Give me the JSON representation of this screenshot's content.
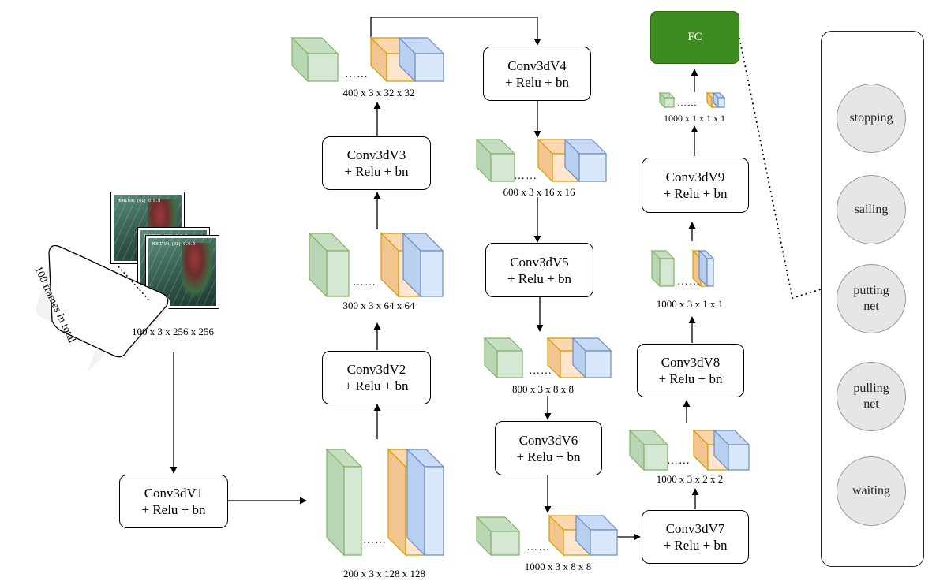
{
  "frame_stamp": "MONITOR [01] 0.0.0",
  "callout_text": "100 frames in total",
  "input_dim": "100 x 3 x 256 x 256",
  "conv_blocks": [
    {
      "name": "Conv3dV1",
      "suffix": "+ Relu + bn"
    },
    {
      "name": "Conv3dV2",
      "suffix": "+ Relu + bn"
    },
    {
      "name": "Conv3dV3",
      "suffix": "+ Relu + bn"
    },
    {
      "name": "Conv3dV4",
      "suffix": "+ Relu + bn"
    },
    {
      "name": "Conv3dV5",
      "suffix": "+ Relu + bn"
    },
    {
      "name": "Conv3dV6",
      "suffix": "+ Relu + bn"
    },
    {
      "name": "Conv3dV7",
      "suffix": "+ Relu + bn"
    },
    {
      "name": "Conv3dV8",
      "suffix": "+ Relu + bn"
    },
    {
      "name": "Conv3dV9",
      "suffix": "+ Relu + bn"
    }
  ],
  "feature_dims": [
    "200 x 3 x 128 x 128",
    "300 x 3 x 64 x 64",
    "400 x 3 x 32 x 32",
    "600 x 3 x 16 x 16",
    "800 x 3 x 8 x 8",
    "1000 x 3 x 8 x 8",
    "1000 x 3 x 2 x 2",
    "1000 x 3 x 1 x 1",
    "1000 x 1 x 1 x 1"
  ],
  "ellipsis": "……",
  "fc_label": "FC",
  "classes": [
    {
      "line1": "stopping",
      "line2": ""
    },
    {
      "line1": "sailing",
      "line2": ""
    },
    {
      "line1": "putting",
      "line2": "net"
    },
    {
      "line1": "pulling",
      "line2": "net"
    },
    {
      "line1": "waiting",
      "line2": ""
    }
  ],
  "colors": {
    "green_face": "#d5e8d4",
    "green_edge": "#82b366",
    "orange_face": "#ffe6cc",
    "orange_edge": "#d79b00",
    "blue_face": "#dae8fc",
    "blue_edge": "#6c8ebf",
    "fc_fill": "#3d8c1f"
  }
}
